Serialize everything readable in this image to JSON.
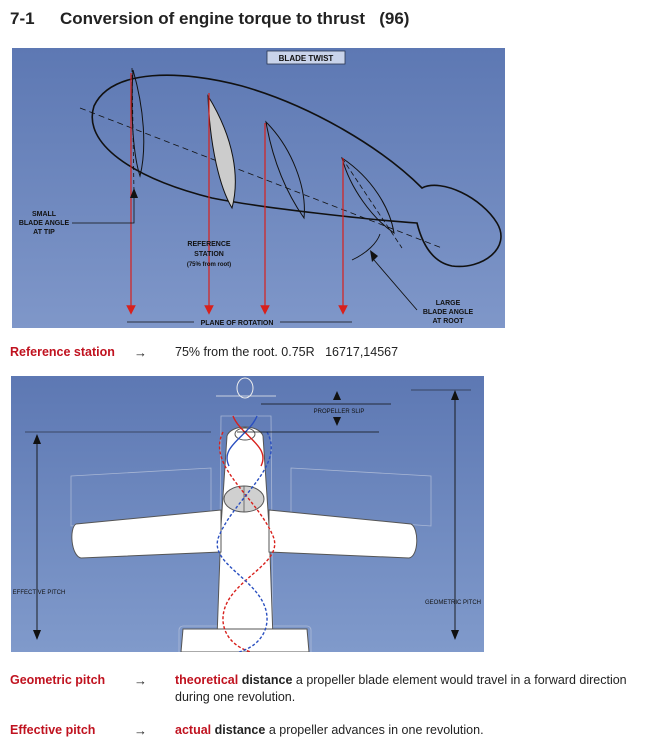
{
  "section": {
    "number": "7-1",
    "title": "Conversion of engine torque to thrust",
    "ref": "(96)"
  },
  "figure1": {
    "labels": {
      "blade_twist": "BLADE TWIST",
      "small_angle_1": "SMALL",
      "small_angle_2": "BLADE ANGLE",
      "small_angle_3": "AT TIP",
      "ref_1": "REFERENCE",
      "ref_2": "STATION",
      "ref_3": "(75% from root)",
      "large_1": "LARGE",
      "large_2": "BLADE ANGLE",
      "large_3": "AT ROOT",
      "plane": "PLANE OF ROTATION"
    },
    "colors": {
      "background": "#6a84bc",
      "arrow": "#d8201c"
    }
  },
  "reference_station": {
    "term": "Reference station",
    "arrow": "→",
    "text": "75% from the root. 0.75R",
    "code": "16717,14567"
  },
  "figure2": {
    "labels": {
      "propeller_slip": "PROPELLER SLIP",
      "effective_pitch": "EFFECTIVE PITCH",
      "geometric_pitch": "GEOMETRIC PITCH"
    }
  },
  "geometric_pitch": {
    "term": "Geometric pitch",
    "arrow": "→",
    "highlight": "theoretical",
    "bold": "distance",
    "rest": " a propeller blade element would travel in a forward direction during one revolution."
  },
  "effective_pitch": {
    "term": "Effective pitch",
    "arrow": "→",
    "highlight": "actual",
    "bold": "distance",
    "rest": " a propeller advances in one revolution."
  }
}
